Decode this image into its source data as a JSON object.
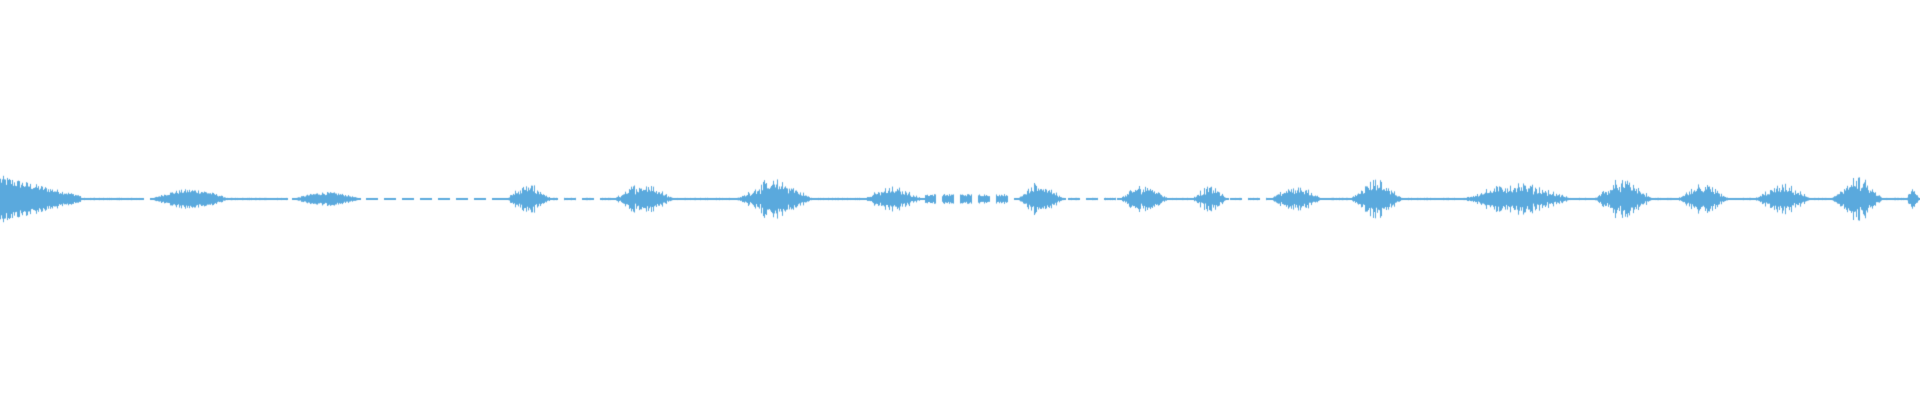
{
  "waveform": {
    "color": "#5aa9dd",
    "background": "#ffffff",
    "segments": [
      {
        "start": 0.0,
        "end": 0.042,
        "amp": 0.12,
        "shape": "decay"
      },
      {
        "start": 0.042,
        "end": 0.075,
        "amp": 0.006,
        "shape": "flat"
      },
      {
        "start": 0.078,
        "end": 0.12,
        "amp": 0.05,
        "shape": "swell"
      },
      {
        "start": 0.12,
        "end": 0.15,
        "amp": 0.006,
        "shape": "flat"
      },
      {
        "start": 0.152,
        "end": 0.188,
        "amp": 0.035,
        "shape": "swell"
      },
      {
        "start": 0.188,
        "end": 0.262,
        "amp": 0.005,
        "shape": "dashed"
      },
      {
        "start": 0.262,
        "end": 0.288,
        "amp": 0.085,
        "shape": "burst"
      },
      {
        "start": 0.288,
        "end": 0.318,
        "amp": 0.006,
        "shape": "dashed"
      },
      {
        "start": 0.318,
        "end": 0.352,
        "amp": 0.095,
        "shape": "burst"
      },
      {
        "start": 0.352,
        "end": 0.382,
        "amp": 0.006,
        "shape": "flat"
      },
      {
        "start": 0.382,
        "end": 0.425,
        "amp": 0.11,
        "shape": "burst"
      },
      {
        "start": 0.425,
        "end": 0.448,
        "amp": 0.006,
        "shape": "flat"
      },
      {
        "start": 0.448,
        "end": 0.482,
        "amp": 0.07,
        "shape": "burst"
      },
      {
        "start": 0.482,
        "end": 0.528,
        "amp": 0.025,
        "shape": "dashed"
      },
      {
        "start": 0.528,
        "end": 0.555,
        "amp": 0.09,
        "shape": "burst"
      },
      {
        "start": 0.555,
        "end": 0.582,
        "amp": 0.006,
        "shape": "dashed"
      },
      {
        "start": 0.582,
        "end": 0.61,
        "amp": 0.085,
        "shape": "burst"
      },
      {
        "start": 0.61,
        "end": 0.62,
        "amp": 0.006,
        "shape": "flat"
      },
      {
        "start": 0.62,
        "end": 0.64,
        "amp": 0.075,
        "shape": "burst"
      },
      {
        "start": 0.64,
        "end": 0.66,
        "amp": 0.006,
        "shape": "dashed"
      },
      {
        "start": 0.66,
        "end": 0.69,
        "amp": 0.075,
        "shape": "burst"
      },
      {
        "start": 0.69,
        "end": 0.702,
        "amp": 0.006,
        "shape": "flat"
      },
      {
        "start": 0.702,
        "end": 0.732,
        "amp": 0.11,
        "shape": "burst"
      },
      {
        "start": 0.732,
        "end": 0.758,
        "amp": 0.006,
        "shape": "flat"
      },
      {
        "start": 0.758,
        "end": 0.822,
        "amp": 0.09,
        "shape": "burst"
      },
      {
        "start": 0.822,
        "end": 0.828,
        "amp": 0.006,
        "shape": "flat"
      },
      {
        "start": 0.828,
        "end": 0.862,
        "amp": 0.11,
        "shape": "burst"
      },
      {
        "start": 0.862,
        "end": 0.872,
        "amp": 0.006,
        "shape": "flat"
      },
      {
        "start": 0.872,
        "end": 0.902,
        "amp": 0.08,
        "shape": "burst"
      },
      {
        "start": 0.902,
        "end": 0.912,
        "amp": 0.006,
        "shape": "flat"
      },
      {
        "start": 0.912,
        "end": 0.945,
        "amp": 0.08,
        "shape": "burst"
      },
      {
        "start": 0.945,
        "end": 0.952,
        "amp": 0.006,
        "shape": "flat"
      },
      {
        "start": 0.952,
        "end": 0.982,
        "amp": 0.12,
        "shape": "burst"
      },
      {
        "start": 0.982,
        "end": 0.992,
        "amp": 0.006,
        "shape": "flat"
      },
      {
        "start": 0.992,
        "end": 1.0,
        "amp": 0.06,
        "shape": "burst"
      }
    ]
  }
}
